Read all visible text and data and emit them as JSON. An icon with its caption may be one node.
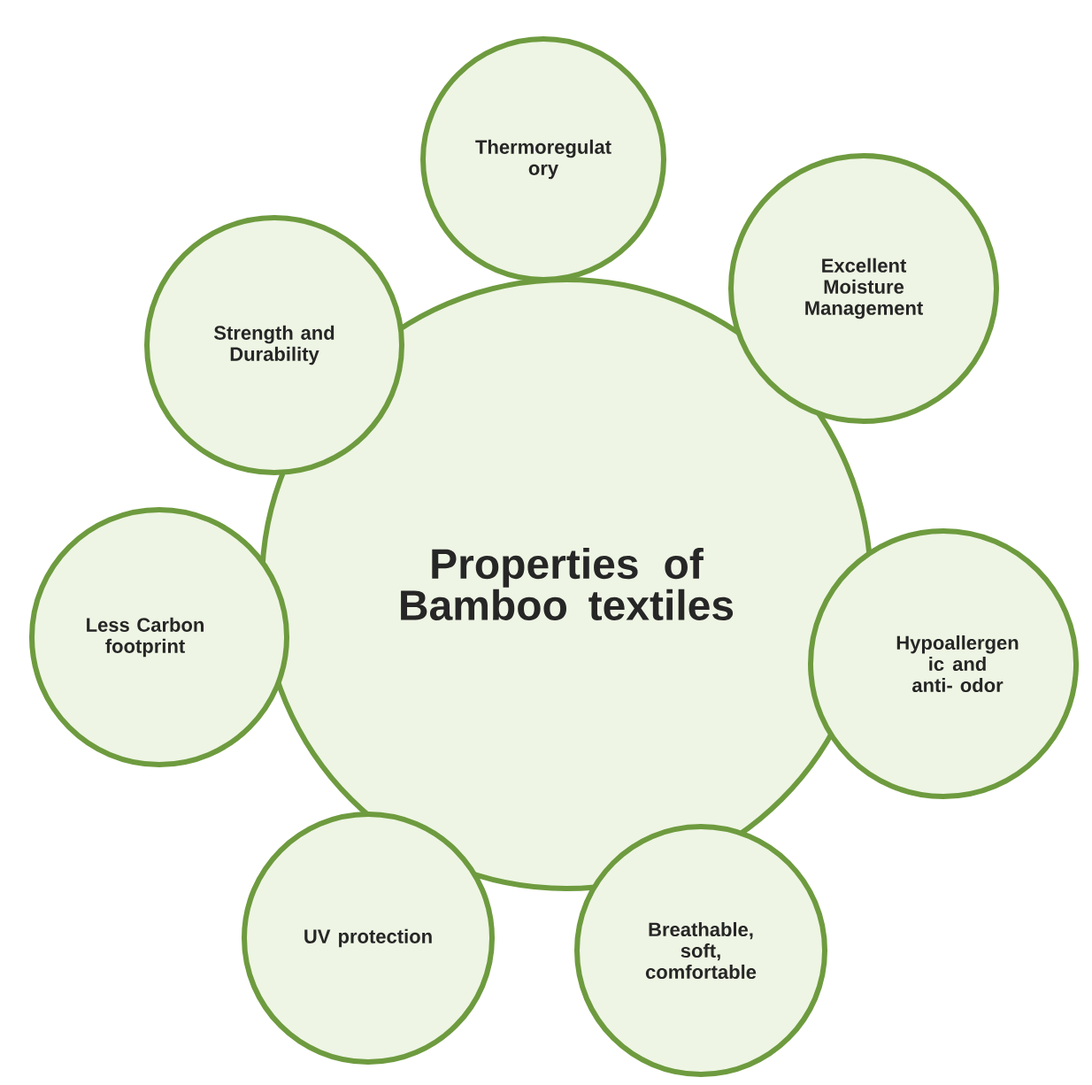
{
  "diagram": {
    "nodes": [
      {
        "text": [
          "Properties of Bamboo textiles"
        ]
      },
      {
        "text": [
          "Thermoregulat ory"
        ]
      },
      {
        "text": [
          "Strength and Durability"
        ]
      },
      {
        "text": [
          "Excellent Moisture Management"
        ]
      },
      {
        "text": [
          "Less Carbon footprint"
        ]
      },
      {
        "text": [
          "Hypoallergen ic and anti- odor"
        ]
      },
      {
        "text": [
          "UV protection"
        ]
      },
      {
        "text": [
          "Breathable, soft, comfortable"
        ]
      }
    ]
  }
}
